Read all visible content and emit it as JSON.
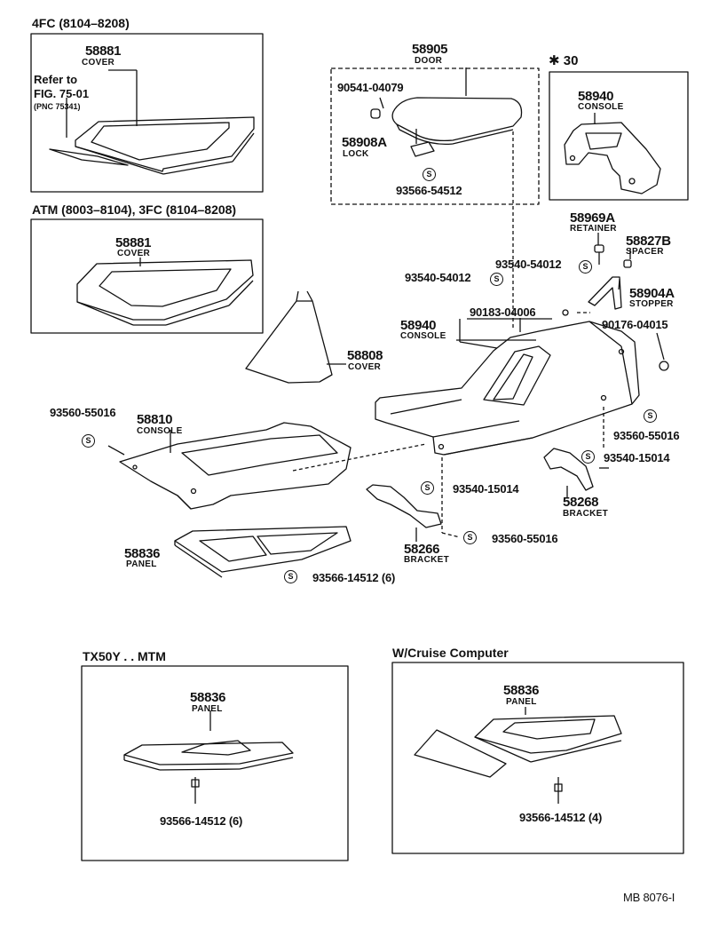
{
  "sections": {
    "fc4": "4FC (8104–8208)",
    "atm": "ATM (8003–8104), 3FC (8104–8208)",
    "star30": "✱ 30",
    "tx50y": "TX50Y . . MTM",
    "cruise": "W/Cruise Computer"
  },
  "refer": {
    "line1": "Refer to",
    "line2": "FIG. 75-01",
    "line3": "(PNC 75341)"
  },
  "symbols": {
    "s": "S"
  },
  "parts": {
    "p58881_a": {
      "number": "58881",
      "name": "COVER"
    },
    "p58881_b": {
      "number": "58881",
      "name": "COVER"
    },
    "p58905": {
      "number": "58905",
      "name": "DOOR"
    },
    "p58908a": {
      "number": "58908A",
      "name": "LOCK"
    },
    "p58940_a": {
      "number": "58940",
      "name": "CONSOLE"
    },
    "p58940_b": {
      "number": "58940",
      "name": "CONSOLE"
    },
    "p58969a": {
      "number": "58969A",
      "name": "RETAINER"
    },
    "p58827b": {
      "number": "58827B",
      "name": "SPACER"
    },
    "p58904a": {
      "number": "58904A",
      "name": "STOPPER"
    },
    "p58808": {
      "number": "58808",
      "name": "COVER"
    },
    "p58810": {
      "number": "58810",
      "name": "CONSOLE"
    },
    "p58836_a": {
      "number": "58836",
      "name": "PANEL"
    },
    "p58836_b": {
      "number": "58836",
      "name": "PANEL"
    },
    "p58836_c": {
      "number": "58836",
      "name": "PANEL"
    },
    "p58266": {
      "number": "58266",
      "name": "BRACKET"
    },
    "p58268": {
      "number": "58268",
      "name": "BRACKET"
    }
  },
  "fasteners": {
    "f90541": "90541-04079",
    "f93566_54512": "93566-54512",
    "f93540_54012_a": "93540-54012",
    "f93540_54012_b": "93540-54012",
    "f90183": "90183-04006",
    "f90176": "90176-04015",
    "f93560_55016_a": "93560-55016",
    "f93560_55016_b": "93560-55016",
    "f93560_55016_c": "93560-55016",
    "f93540_15014_a": "93540-15014",
    "f93540_15014_b": "93540-15014",
    "f93566_14512_a": "93566-14512 (6)",
    "f93566_14512_b": "93566-14512 (6)",
    "f93566_14512_c": "93566-14512 (4)"
  },
  "footer": {
    "code": "MB  8076-I"
  }
}
